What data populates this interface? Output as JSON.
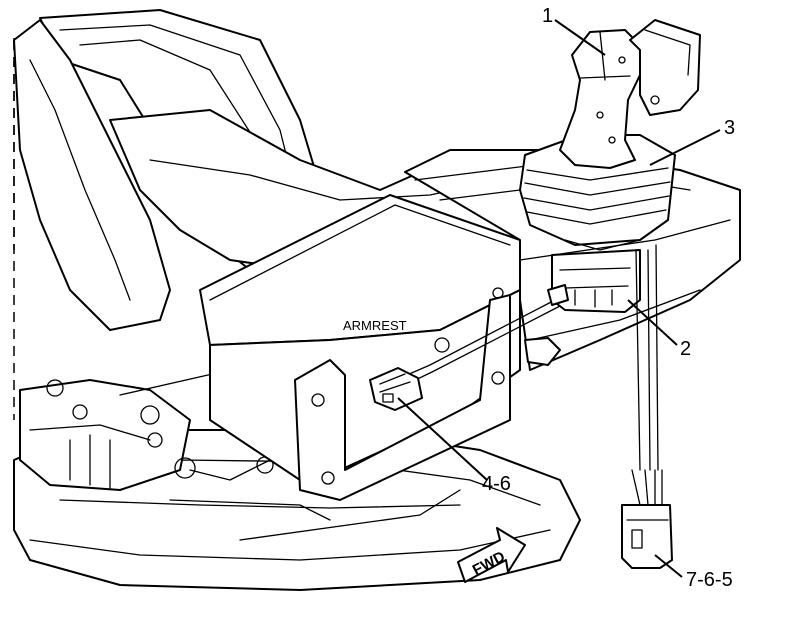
{
  "labels": {
    "armrest": "ARMREST",
    "fwd": "FWD"
  },
  "callouts": [
    {
      "id": "joystick",
      "text": "1"
    },
    {
      "id": "boot",
      "text": "3"
    },
    {
      "id": "base",
      "text": "2"
    },
    {
      "id": "armrest-connector",
      "text": "4-6"
    },
    {
      "id": "harness-connector",
      "text": "7-6-5"
    }
  ]
}
